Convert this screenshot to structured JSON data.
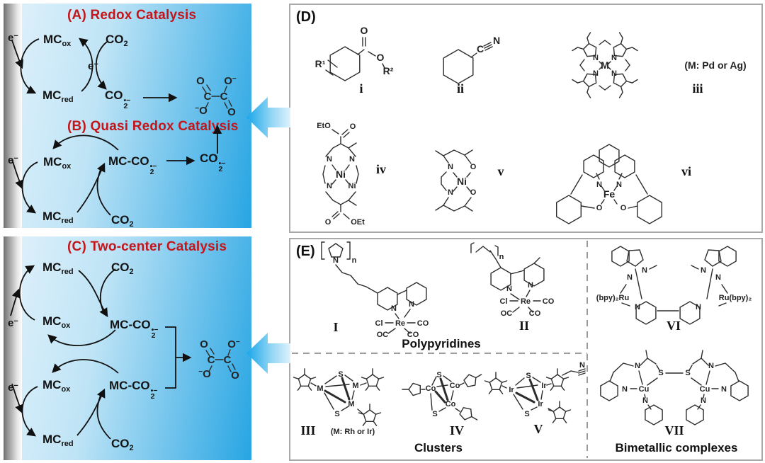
{
  "colors": {
    "panel_gradient_start": "#e2f2fb",
    "panel_gradient_end": "#27a5e3",
    "title_red": "#c3161b",
    "arrow_cyan": "#1aa7ea",
    "box_border": "#a9a9a9",
    "electrode_gray": "#6f6f6f"
  },
  "sym": {
    "e": "e",
    "minus": "−",
    "rad": "•−",
    "O": "O",
    "C": "C",
    "N": "N",
    "S": "S",
    "M": "M",
    "Ni": "Ni",
    "Fe": "Fe",
    "Re": "Re",
    "Cu": "Cu",
    "Co": "Co",
    "Ir": "Ir",
    "Cl": "Cl",
    "CO": "CO",
    "OC": "OC",
    "EtO": "EtO",
    "OEt": "OEt",
    "R1": "R¹",
    "R2": "R²",
    "n": "n"
  },
  "species": {
    "mc": "MC",
    "ox": "ox",
    "red": "red",
    "co": "CO",
    "two": "2",
    "mc_co": "MC-CO"
  },
  "panel_a": {
    "title": "(A) Redox Catalysis"
  },
  "panel_b": {
    "title": "(B) Quasi Redox Catalysis"
  },
  "panel_c": {
    "title": "(C) Two-center Catalysis"
  },
  "panel_d": {
    "label": "(D)",
    "num_i": "i",
    "num_ii": "ii",
    "num_iii": "iii",
    "num_iv": "iv",
    "num_v": "v",
    "num_vi": "vi",
    "m_note": "(M: Pd or Ag)"
  },
  "panel_e": {
    "label": "(E)",
    "num_1": "I",
    "num_2": "II",
    "num_3": "III",
    "num_4": "IV",
    "num_5": "V",
    "num_6": "VI",
    "num_7": "VII",
    "m_note": "(M: Rh or Ir)",
    "cat_poly": "Polypyridines",
    "cat_clusters": "Clusters",
    "cat_bimetallic": "Bimetallic complexes",
    "ru_left": "(bpy)₂Ru",
    "ru_right": "Ru(bpy)₂"
  }
}
